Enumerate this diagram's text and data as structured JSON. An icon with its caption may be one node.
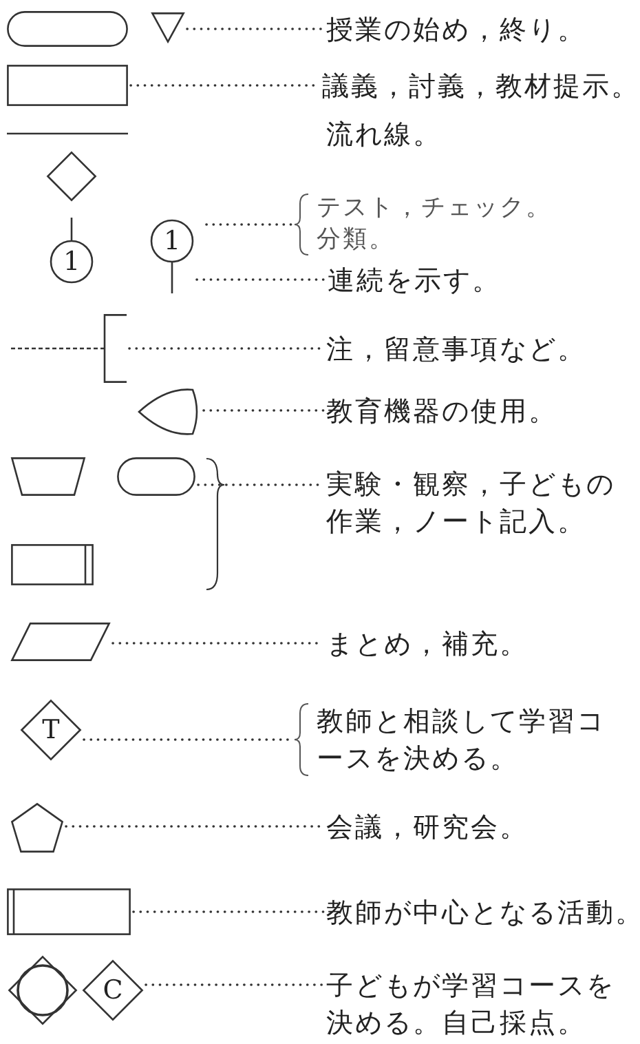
{
  "diagram": {
    "nodes": [
      {
        "text": [],
        "shape": "capsule"
      },
      {
        "text": [],
        "shape": "triangle"
      },
      {
        "text": [
          "授業の始め，終り。"
        ]
      },
      {
        "text": [],
        "shape": "box"
      },
      {
        "text": [
          "議義，討義，教材提示。"
        ]
      },
      {
        "text": [],
        "shape": "line"
      },
      {
        "text": [
          "流れ線。"
        ]
      },
      {
        "text": [],
        "shape": "diamond"
      },
      {
        "text": [
          "テスト，チェック。",
          "分類。"
        ]
      },
      {
        "text": [
          "1"
        ]
      },
      {
        "text": [
          "1"
        ]
      },
      {
        "text": [
          "連続を示す。"
        ]
      },
      {
        "text": [],
        "shape": "bracket"
      },
      {
        "text": [
          "注，留意事項など。"
        ]
      },
      {
        "text": [],
        "shape": "shield"
      },
      {
        "text": [
          "教育機器の使用。"
        ]
      },
      {
        "text": [],
        "shape": "trapezoid"
      },
      {
        "text": [],
        "shape": "capsule"
      },
      {
        "text": [],
        "shape": "box"
      },
      {
        "text": [
          "実験・観察，子どもの作業，ノート記入。"
        ]
      },
      {
        "text": [],
        "shape": "parallelogram"
      },
      {
        "text": [
          "まとめ，補充。"
        ]
      },
      {
        "text": [
          "T"
        ]
      },
      {
        "text": [
          "教師と相談して学習コースを決める。"
        ]
      },
      {
        "text": [],
        "shape": "pentagon"
      },
      {
        "text": [
          "会議，研究会。"
        ]
      },
      {
        "text": [],
        "shape": "box"
      },
      {
        "text": [
          "教師が中心となる活動。"
        ]
      },
      {
        "text": [],
        "shape": "diamond"
      },
      {
        "text": [
          "C"
        ]
      },
      {
        "text": [
          "子どもが学習コースを決める。自己採点。"
        ]
      }
    ],
    "edges": [
      {
        "from": 1,
        "to": 2,
        "arrow": "none"
      },
      {
        "from": 3,
        "to": 4,
        "arrow": "none"
      },
      {
        "from": null,
        "to": 8,
        "arrow": "none"
      },
      {
        "from": 10,
        "to": 11,
        "arrow": "none"
      },
      {
        "from": 12,
        "to": 13,
        "arrow": "none"
      },
      {
        "from": 14,
        "to": 15,
        "arrow": "none"
      },
      {
        "from": 17,
        "to": 19,
        "arrow": "none"
      },
      {
        "from": 20,
        "to": 21,
        "arrow": "none"
      },
      {
        "from": 22,
        "to": 23,
        "arrow": "none"
      },
      {
        "from": 24,
        "to": 25,
        "arrow": "none"
      },
      {
        "from": 26,
        "to": 27,
        "arrow": "none"
      },
      {
        "from": 29,
        "to": 30,
        "arrow": "none"
      }
    ]
  }
}
